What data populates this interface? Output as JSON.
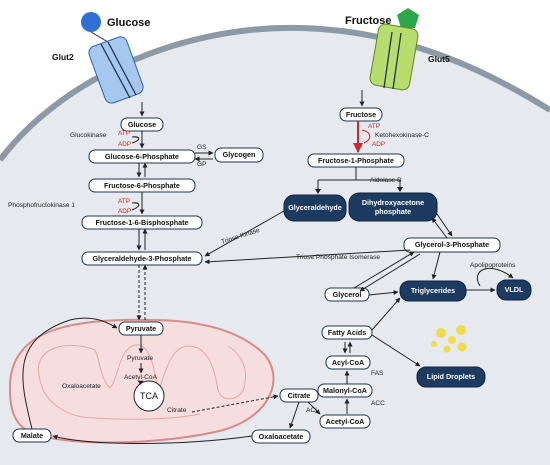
{
  "sugars": {
    "glucose": "Glucose",
    "fructose": "Fructose"
  },
  "transporters": {
    "glut2": "Glut2",
    "glut5": "Glut5"
  },
  "glycolysis": {
    "glucose": "Glucose",
    "g6p": "Glucose-6-Phosphate",
    "f6p": "Fructose-6-Phosphate",
    "f16bp": "Fructose-1-6-Bisphosphate",
    "g3p": "Glyceraldehyde-3-Phosphate",
    "glycogen": "Glycogen",
    "pyruvate": "Pyruvate"
  },
  "fructolysis": {
    "fructose": "Fructose",
    "f1p": "Fructose-1-Phosphate",
    "glyceraldehyde": "Glyceraldehyde",
    "dhap_line1": "Dihydroxyacetone",
    "dhap_line2": "phosphate",
    "glycerol3p": "Glycerol-3-Phosphate",
    "glycerol": "Glycerol"
  },
  "lipogenesis": {
    "triglycerides": "Triglycerides",
    "vldl": "VLDL",
    "apolipoproteins": "Apolipoproteins",
    "fatty_acids": "Fatty Acids",
    "acyl_coa": "Acyl-CoA",
    "malonyl_coa": "Malonyl-CoA",
    "acetyl_coa": "Acetyl-CoA",
    "citrate": "Citrate",
    "oxaloacetate": "Oxaloacetate",
    "malate": "Malate",
    "lipid_droplets": "Lipid Droplets"
  },
  "mitochondria": {
    "pyruvate": "Pyruvate",
    "acetyl_coa": "Acetyl-CoA",
    "oxaloacetate": "Oxaloacetate",
    "tca": "TCA",
    "citrate": "Citrate"
  },
  "enzymes": {
    "glucokinase": "Glucokinase",
    "gs": "GS",
    "gp": "GP",
    "pfk1": "Phosphofructokinase 1",
    "ketohexokinase": "Ketohexokinase-C",
    "aldolase_b": "Aldolase B",
    "triose_kinase": "Triose Kinase",
    "tpi": "Triose Phosphate Isomerase",
    "fas": "FAS",
    "acc": "ACC",
    "acl": "ACL"
  },
  "cofactors": {
    "atp": "ATP",
    "adp": "ADP"
  },
  "colors": {
    "cell_fill": "#e6e9ee",
    "membrane": "#8e99a6",
    "glucose_shape": "#2f6fd6",
    "fructose_shape": "#2aa84a",
    "glut2": "#a6c8ee",
    "glut5": "#b6dd6e",
    "dark_node": "#1d3a61",
    "mito_fill": "#f6dede",
    "mito_stroke": "#d98a8a",
    "cofactor_red": "#d2232a",
    "droplet": "#f1dc4a"
  }
}
